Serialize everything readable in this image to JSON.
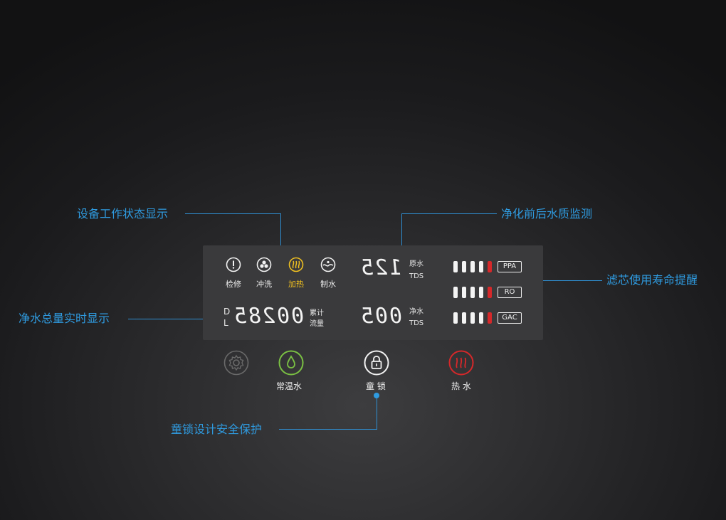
{
  "callouts": {
    "status": "设备工作状态显示",
    "tds": "净化前后水质监测",
    "filter": "滤芯使用寿命提醒",
    "volume": "净水总量实时显示",
    "child_lock": "童锁设计安全保护"
  },
  "status_icons": [
    {
      "icon": "alert-icon",
      "label": "检修"
    },
    {
      "icon": "flush-icon",
      "label": "冲洗"
    },
    {
      "icon": "heating-icon",
      "label": "加热",
      "color": "#f0c020"
    },
    {
      "icon": "water-making-icon",
      "label": "制水"
    }
  ],
  "tds": {
    "raw": {
      "label_1": "原水",
      "label_2": "TDS",
      "value": "125"
    },
    "pure": {
      "label_1": "净水",
      "label_2": "TDS",
      "value": "005"
    }
  },
  "volume": {
    "label_1": "累计",
    "label_2": "流量",
    "value": "00285",
    "unit_d": "D",
    "unit_l": "L"
  },
  "filters": [
    {
      "name": "PPA",
      "level": 0.75
    },
    {
      "name": "RO",
      "level": 0.75
    },
    {
      "name": "GAC",
      "level": 0.75
    }
  ],
  "buttons": [
    {
      "icon": "gear-icon",
      "label": ""
    },
    {
      "icon": "water-drop-icon",
      "label": "常温水",
      "color": "#7ac043"
    },
    {
      "icon": "lock-icon",
      "label": "童 锁",
      "color": "#f2f2f2"
    },
    {
      "icon": "hot-water-icon",
      "label": "热 水",
      "color": "#d6282a"
    }
  ],
  "colors": {
    "accent": "#2f9be0",
    "panel": "#3a3a3c",
    "warning": "#d6282a",
    "heat": "#f0c020",
    "normal_water": "#7ac043"
  }
}
